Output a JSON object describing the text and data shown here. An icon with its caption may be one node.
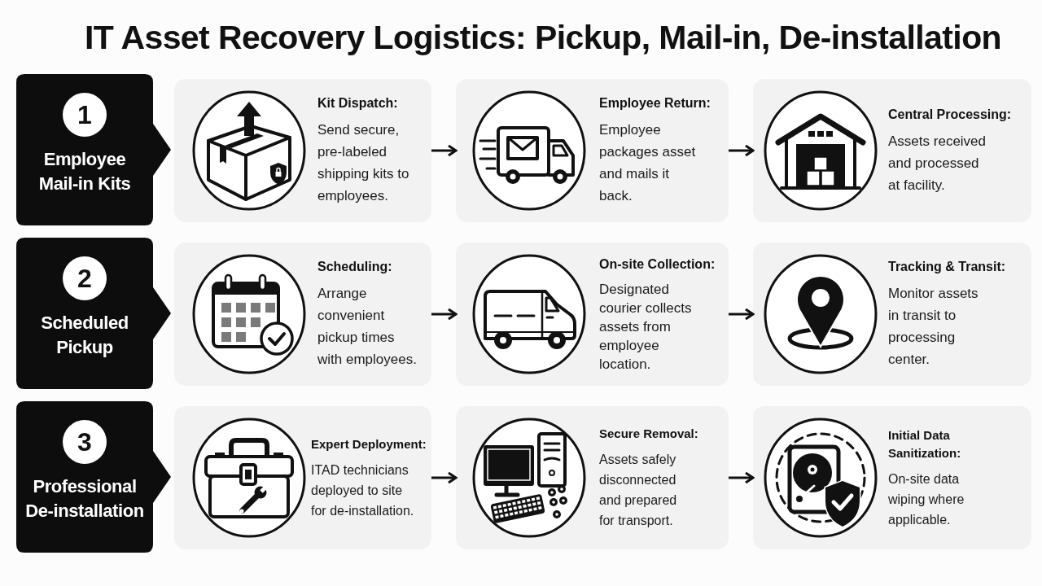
{
  "diagram": {
    "title": "IT Asset Recovery Logistics: Pickup, Mail-in, De-installation",
    "nodes": [
      {
        "text": [
          "Employee Mail-in Kits"
        ]
      },
      {
        "text": [
          "1"
        ],
        "in": 0
      },
      {
        "text": [
          "Kit Dispatch:",
          "Send secure, pre-labeled shipping kits to employees."
        ]
      },
      {
        "text": [
          "Employee Return:",
          "Employee packages asset and mails it back."
        ]
      },
      {
        "text": [
          "Central Processing:",
          "Assets received and processed at facility."
        ]
      },
      {
        "text": [
          "Scheduled Pickup"
        ]
      },
      {
        "text": [
          "2"
        ],
        "in": 5
      },
      {
        "text": [
          "Scheduling:",
          "Arrange convenient pickup times with employees."
        ]
      },
      {
        "text": [
          "On-site Collection:",
          "Designated courier collects assets from employee location."
        ]
      },
      {
        "text": [
          "Tracking & Transit:",
          "Monitor assets in transit to processing center."
        ]
      },
      {
        "text": [
          "Professional De-installation"
        ]
      },
      {
        "text": [
          "3"
        ],
        "in": 10
      },
      {
        "text": [
          "Expert Deployment:",
          "ITAD technicians deployed to site for de-installation."
        ]
      },
      {
        "text": [
          "Secure Removal:",
          "Assets safely disconnected and prepared for transport."
        ]
      },
      {
        "text": [
          "Initial Data Sanitization:",
          "On-site data wiping where applicable."
        ]
      }
    ],
    "edges": [
      {
        "from": 2,
        "to": 3,
        "arrow": "to"
      },
      {
        "from": 3,
        "to": 4,
        "arrow": "to"
      },
      {
        "from": 7,
        "to": 8,
        "arrow": "to"
      },
      {
        "from": 8,
        "to": 9,
        "arrow": "to"
      },
      {
        "from": 12,
        "to": 13,
        "arrow": "to"
      },
      {
        "from": 13,
        "to": 14,
        "arrow": "to"
      }
    ]
  }
}
